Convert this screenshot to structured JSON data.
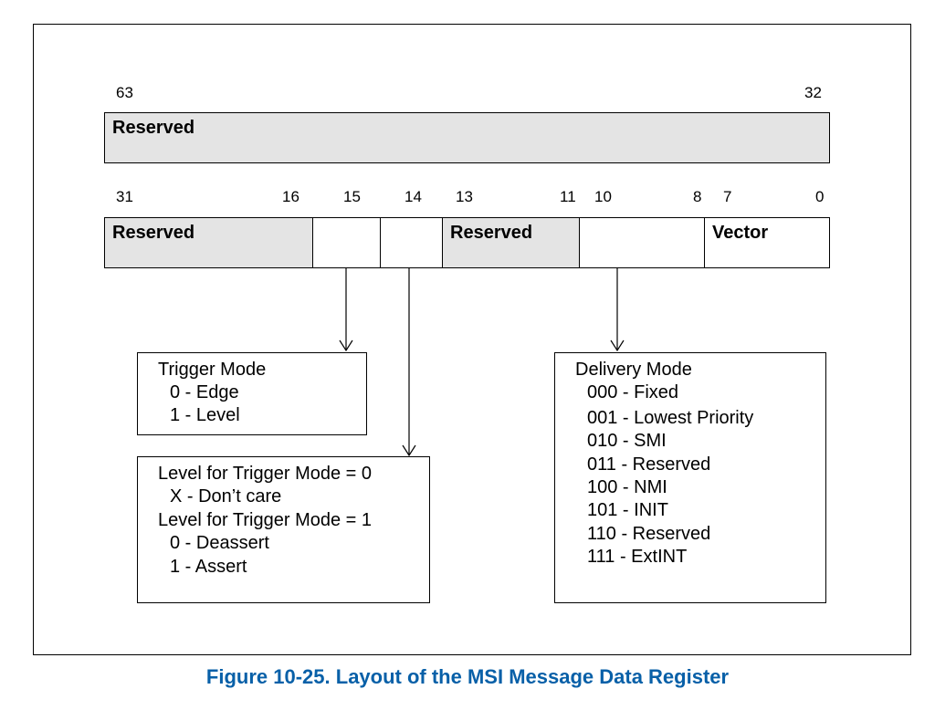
{
  "upper_register": {
    "bit_high": "63",
    "bit_low": "32",
    "field": "Reserved"
  },
  "lower_register": {
    "bit_labels": [
      "31",
      "16",
      "15",
      "14",
      "13",
      "11",
      "10",
      "8",
      "7",
      "0"
    ],
    "fields": [
      "Reserved",
      "",
      "",
      "Reserved",
      "",
      "Vector"
    ]
  },
  "trigger_mode_box": {
    "lines": [
      "Trigger Mode",
      "0 - Edge",
      "1 - Level"
    ]
  },
  "level_box": {
    "lines": [
      "Level for Trigger Mode = 0",
      "X - Don’t care",
      "Level for Trigger Mode = 1",
      "0 - Deassert",
      "1 - Assert"
    ]
  },
  "delivery_mode_box": {
    "lines": [
      "Delivery Mode",
      "000 - Fixed",
      "001 - Lowest Priority",
      "010 - SMI",
      "011 - Reserved",
      "100 - NMI",
      "101 - INIT",
      "110 - Reserved",
      "111 - ExtINT"
    ]
  },
  "caption": "Figure 10-25.  Layout of the MSI Message Data Register",
  "colors": {
    "reserved_fill": "#e4e4e4",
    "caption": "#0860a8"
  }
}
